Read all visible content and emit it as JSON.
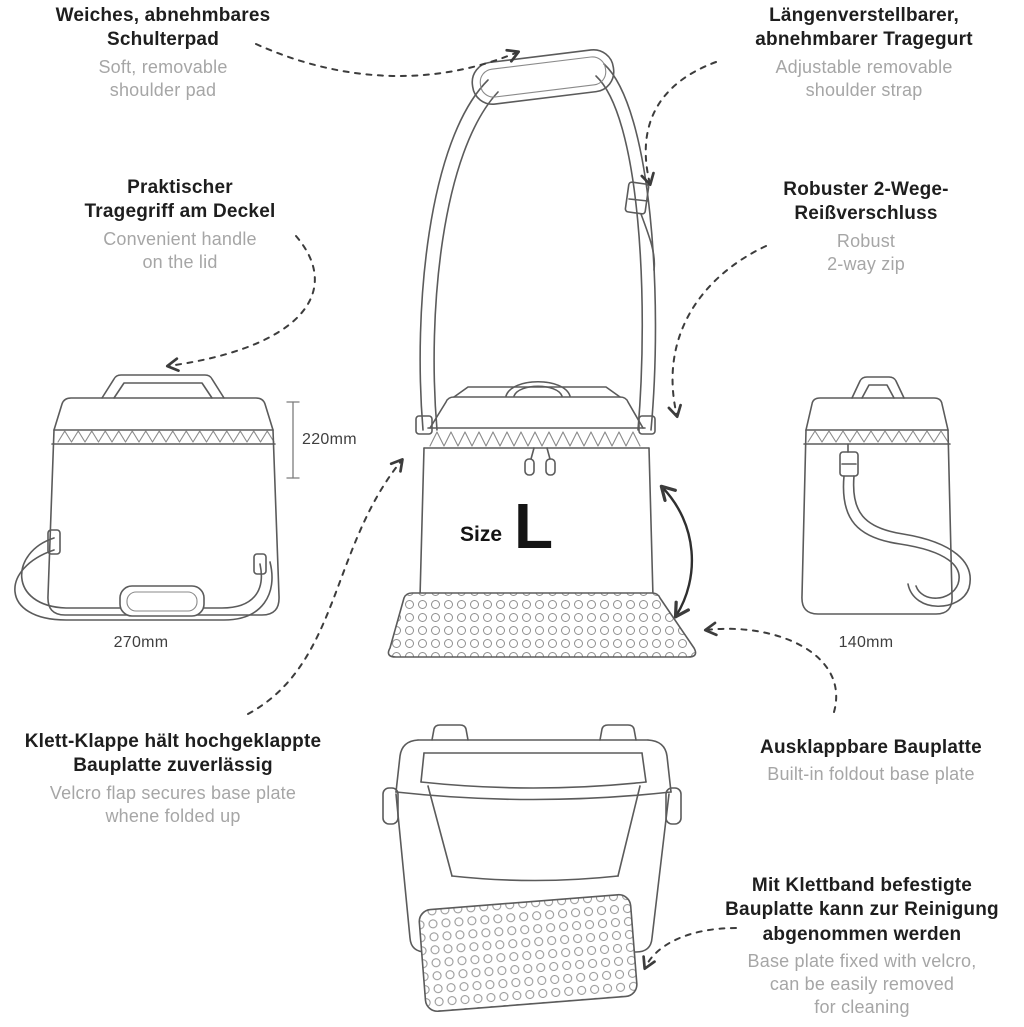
{
  "figure": {
    "type": "product-feature-diagram",
    "background": "#ffffff"
  },
  "colors": {
    "text_dark": "#1e1e1e",
    "text_gray": "#a6a6a6",
    "line_art": "#5b5b5b",
    "arrow": "#3c3c3c"
  },
  "annotations": {
    "shoulder_pad": {
      "de": "Weiches, abnehmbares\nSchulterpad",
      "en": "Soft, removable\nshoulder pad"
    },
    "strap": {
      "de": "Längenverstellbarer,\nabnehmbarer Tragegurt",
      "en": "Adjustable removable\nshoulder strap"
    },
    "handle": {
      "de": "Praktischer\nTragegriff am Deckel",
      "en": "Convenient handle\non the lid"
    },
    "zip": {
      "de": "Robuster 2-Wege-\nReißverschluss",
      "en": "Robust\n2-way zip"
    },
    "velcro_flap": {
      "de": "Klett-Klappe hält hochgeklappte\nBauplatte zuverlässig",
      "en": "Velcro flap secures base plate\nwhene folded up"
    },
    "base_plate": {
      "de": "Ausklappbare Bauplatte",
      "en": "Built-in foldout base plate"
    },
    "removable_plate": {
      "de": "Mit Klettband befestigte\nBauplatte kann zur Reinigung\nabgenommen werden",
      "en": "Base plate fixed with velcro,\ncan be easily removed\nfor cleaning"
    }
  },
  "dimensions": {
    "height": "220mm",
    "width": "270mm",
    "depth": "140mm"
  },
  "size": {
    "label": "Size",
    "value": "L"
  }
}
